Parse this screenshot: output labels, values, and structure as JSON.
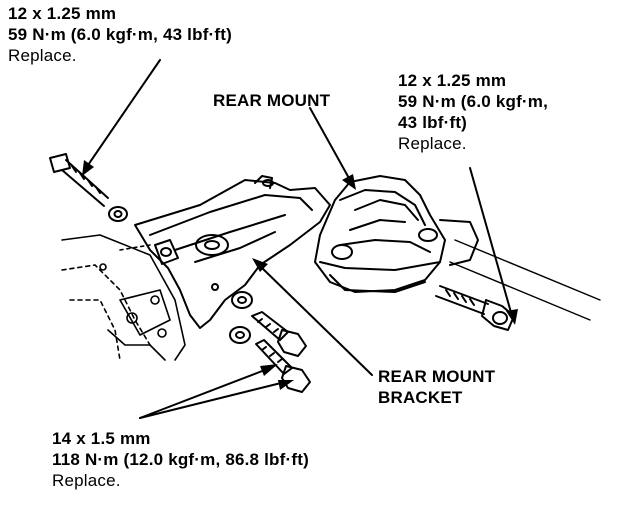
{
  "callouts": {
    "top_left_bolt": {
      "size": "12 x 1.25 mm",
      "torque": "59 N·m (6.0 kgf·m, 43 lbf·ft)",
      "note": "Replace."
    },
    "rear_mount": {
      "label": "REAR MOUNT"
    },
    "right_bolt": {
      "size": "12 x 1.25 mm",
      "torque_line1": "59 N·m (6.0 kgf·m,",
      "torque_line2": "43 lbf·ft)",
      "note": "Replace."
    },
    "rear_mount_bracket": {
      "line1": "REAR MOUNT",
      "line2": "BRACKET"
    },
    "bottom_bolts": {
      "size": "14 x 1.5 mm",
      "torque": "118 N·m (12.0 kgf·m, 86.8 lbf·ft)",
      "note": "Replace."
    }
  },
  "colors": {
    "ink": "#000000",
    "paper": "#ffffff"
  }
}
